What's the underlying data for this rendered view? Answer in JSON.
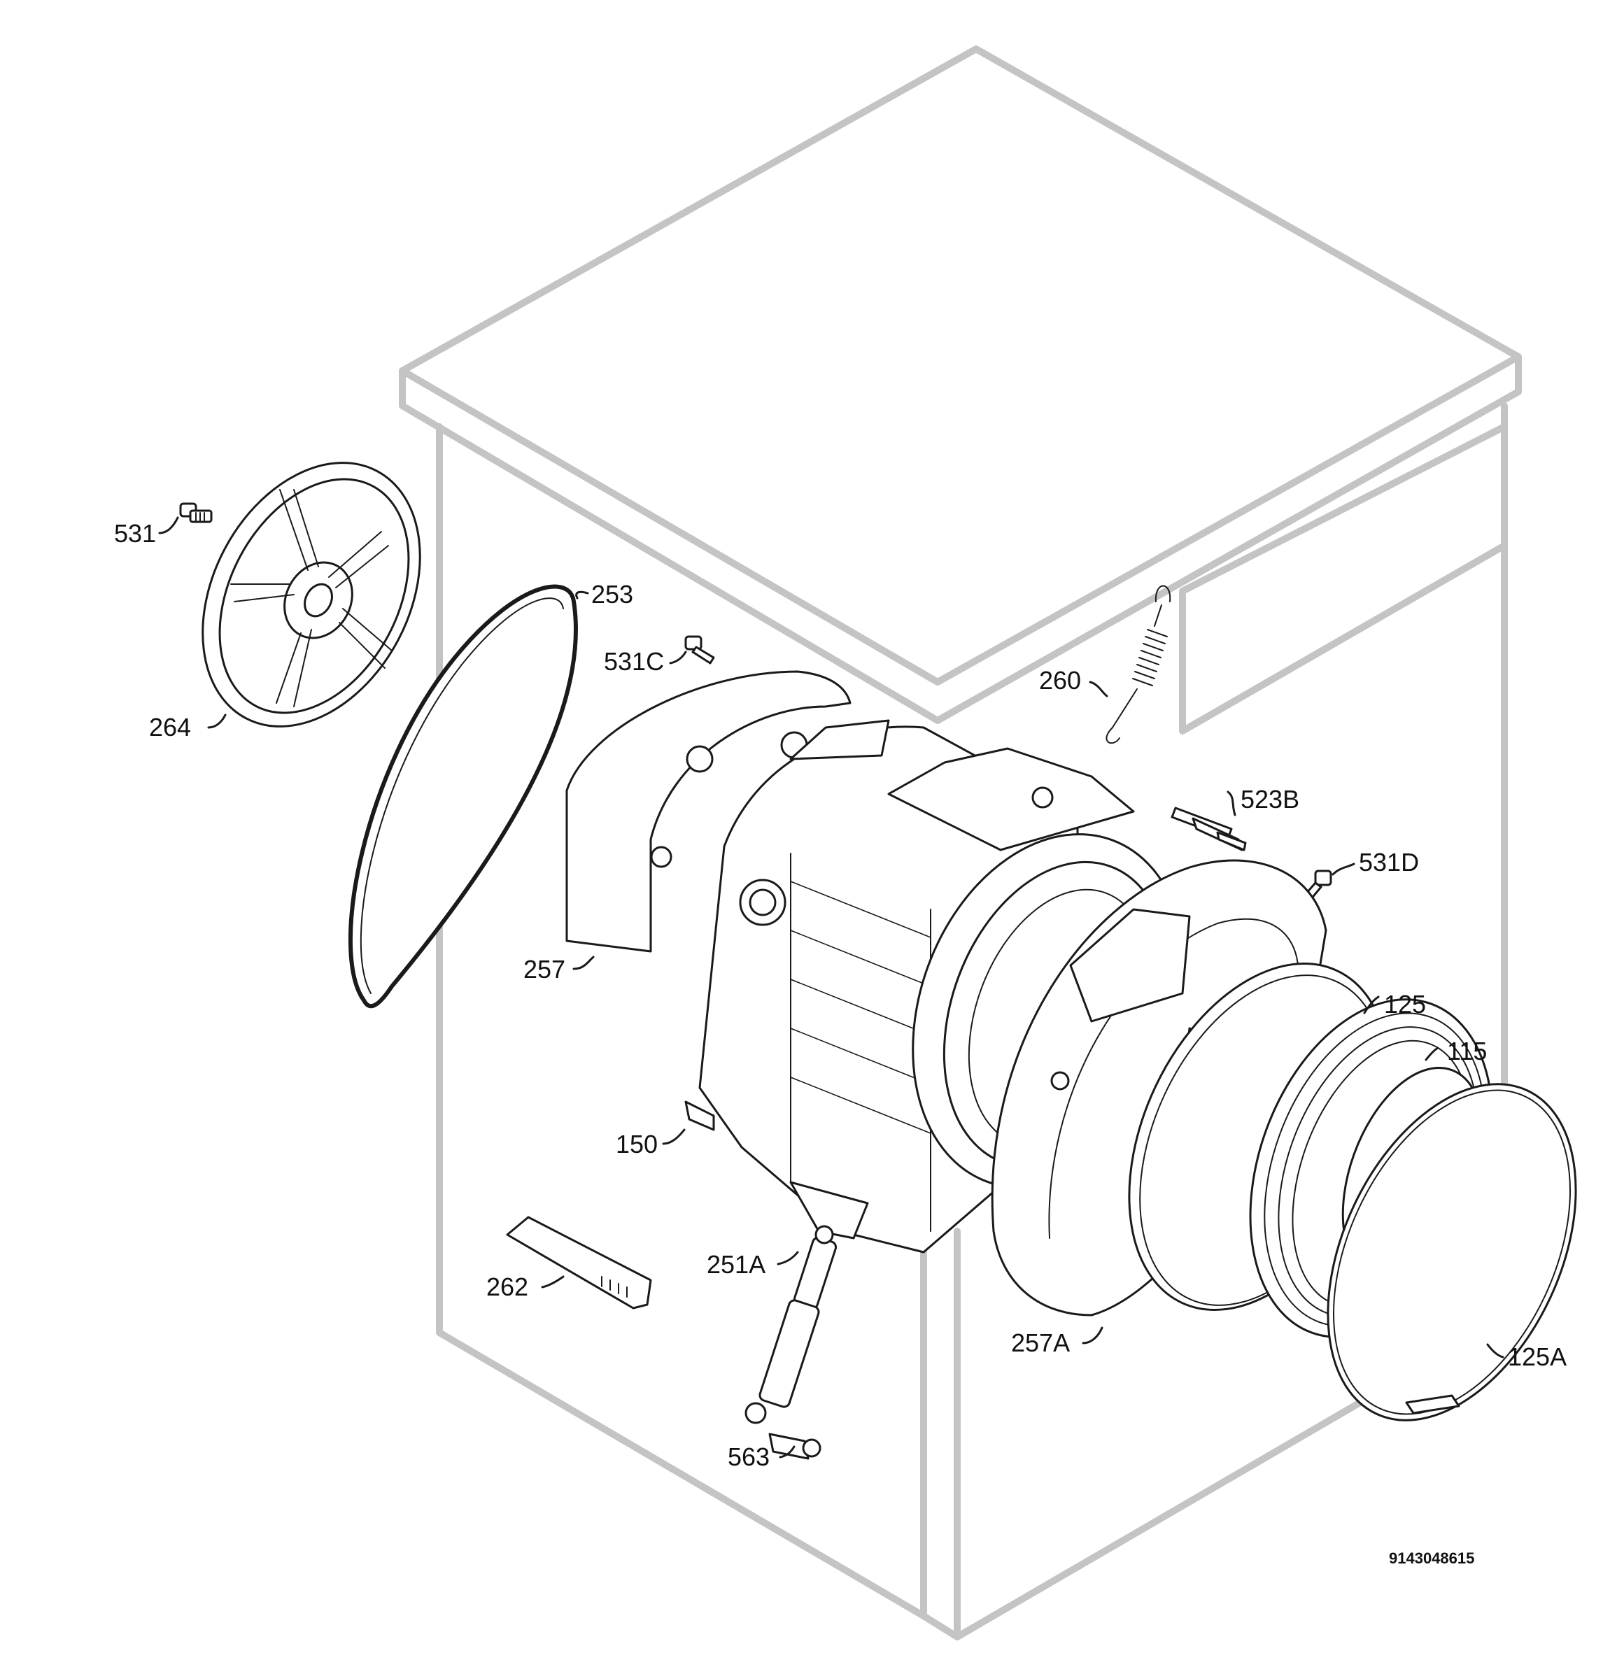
{
  "labels": {
    "l531": "531",
    "l253": "253",
    "l264": "264",
    "l531C": "531C",
    "l260": "260",
    "l523B": "523B",
    "l531D": "531D",
    "l257": "257",
    "l125": "125",
    "l115": "115",
    "l150": "150",
    "l251A": "251A",
    "l262": "262",
    "l257A": "257A",
    "l125A": "125A",
    "l563": "563"
  },
  "drawing_code": "9143048615"
}
